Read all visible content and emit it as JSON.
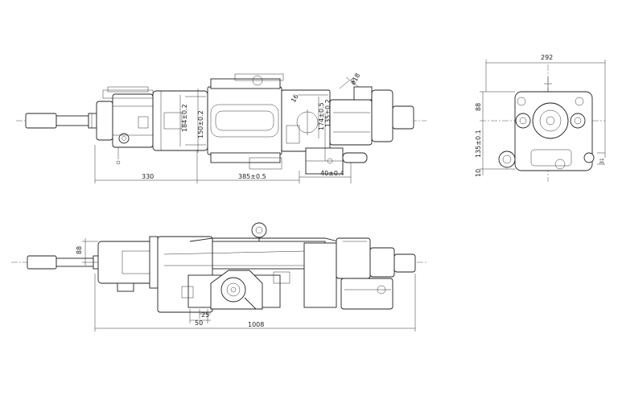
{
  "dimensions": {
    "top_view": {
      "d330": "330",
      "d385": "385±0.5",
      "d40": "40±0.4",
      "d150": "150±0.2",
      "d184": "184±0.2",
      "d174": "174±0.5",
      "d135": "135±0.2",
      "d16": "16",
      "phi18": "ø18"
    },
    "end_view": {
      "width": "292",
      "d88": "88",
      "d135": "135±0.1",
      "d10": "10",
      "d31": "31"
    },
    "side_view": {
      "d88": "88",
      "d25": "25",
      "d50": "50",
      "total": "1008"
    }
  }
}
